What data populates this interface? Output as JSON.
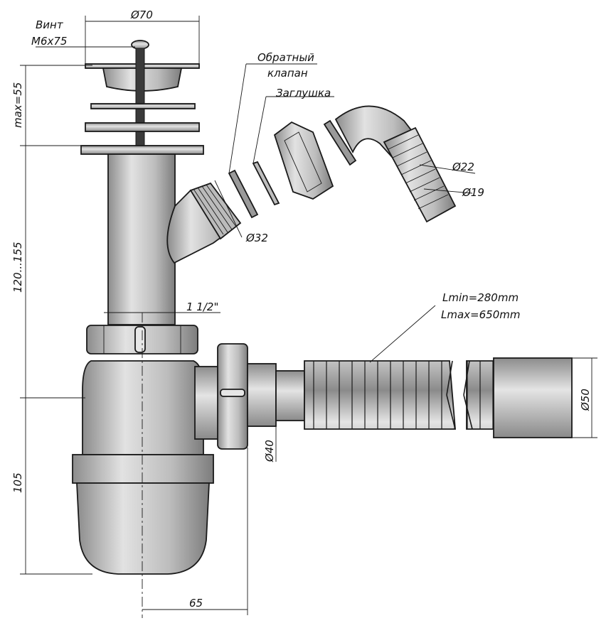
{
  "labels": {
    "screw_title": "Винт",
    "screw_size": "M6x75",
    "d70": "Ø70",
    "max55": "max=55",
    "check_valve_1": "Обратный",
    "check_valve_2": "клапан",
    "plug": "Заглушка",
    "d22": "Ø22",
    "d19": "Ø19",
    "d32": "Ø32",
    "h120_155": "120...155",
    "thread": "1 1/2\"",
    "lmin": "Lmin=280mm",
    "lmax": "Lmax=650mm",
    "d50": "Ø50",
    "d40": "Ø40",
    "h105": "105",
    "w65": "65"
  },
  "colors": {
    "part_fill": "#c9c9c9",
    "part_fill_dark": "#9a9a9a",
    "part_fill_light": "#e6e6e6",
    "line": "#1a1a1a"
  }
}
